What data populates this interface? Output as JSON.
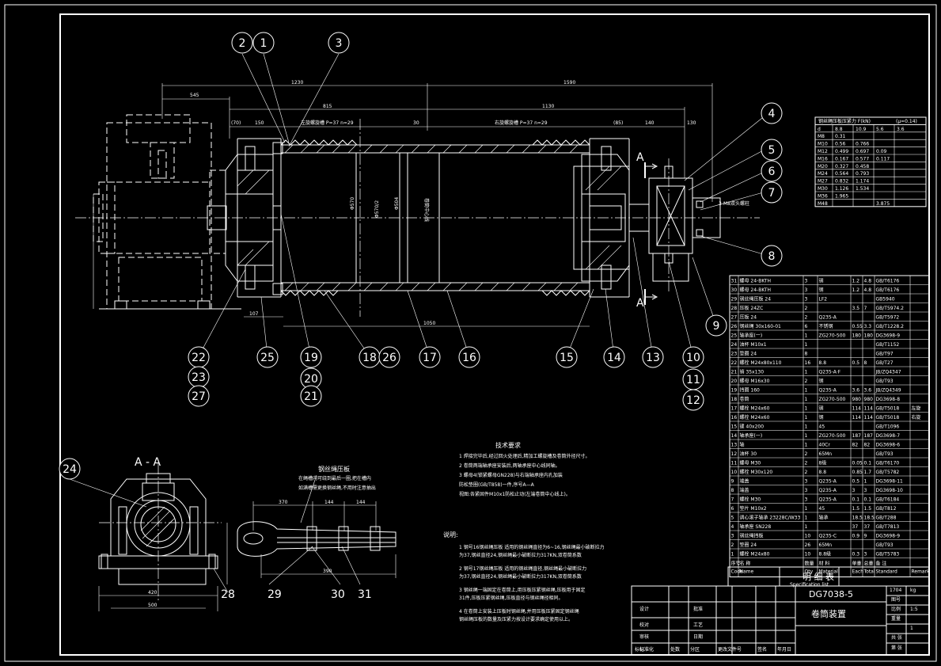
{
  "callouts": [
    "1",
    "2",
    "3",
    "4",
    "5",
    "6",
    "7",
    "8",
    "9",
    "10",
    "11",
    "12",
    "13",
    "14",
    "15",
    "16",
    "17",
    "18",
    "19",
    "20",
    "21",
    "22",
    "23",
    "24",
    "25",
    "26",
    "27",
    "28",
    "29",
    "30",
    "31"
  ],
  "dimensions": {
    "top1": "1230",
    "top2": "1590",
    "d545": "545",
    "d815": "815",
    "d1130": "1130",
    "d70": "(70)",
    "d150": "150",
    "d30": "30",
    "d85": "(85)",
    "d140": "140",
    "d130": "130",
    "d107": "107",
    "d1050": "1050",
    "d500": "500",
    "d420": "420",
    "d370": "370",
    "d144a": "144",
    "d144b": "144",
    "d390": "390",
    "spiral_left": "左旋螺旋槽 P=37 n=29",
    "spiral_right": "右旋螺旋槽 P=37 n=29",
    "d_a": "Φ570",
    "d_b": "Φ570/2",
    "d_c": "Φ504",
    "center_note": "卷筒中心线",
    "key": "3-M8双头螺柱"
  },
  "section_label": "A - A",
  "section_arrow": "A",
  "rope_title": "钢丝绳压板",
  "rope_notes": [
    "在绳槽内可绕到最后一圈,把在槽内",
    "如满槽需更换钢丝绳,不用时注意抽出"
  ],
  "tech_title": "技术要求",
  "tech_items": [
    "1  焊接完毕后,经过回火处理后,精加工螺旋槽及卷筒外径尺寸。",
    "2  卷筒两端轴承座安装后,两轴承座中心线同轴。",
    "3  螺母4(锁紧螺母GN228)与右端轴承座内孔加装",
    "   防松垫圈(GB/T858)一件,序号A—A",
    "   视图:各紧固件M10x1防松止动(左端卷筒中心线上)。"
  ],
  "notes_title": "说明:",
  "notes": [
    "1  钢号16钢丝绳压板  适用的钢丝绳直径为6~16,钢丝绳最小破断拉力",
    "   为37,钢丝直径24,钢丝绳最小破断拉力317KN,双卷筒系数",
    "2  钢号17钢丝绳压板  适用的钢丝绳直径,钢丝绳最小破断拉力",
    "   为37,钢丝直径24,钢丝绳最小破断拉力317KN,双卷筒系数",
    "3  钢丝绳一端固定在卷筒上,用压板压紧钢丝绳,压板用于固定",
    "   31件,压板压紧钢丝绳,压板直径与钢丝绳径相同。",
    "4  在卷筒上安装上压板时钢丝绳,并用压板压紧固定钢丝绳",
    "   钢丝绳压板的数量及压紧力按设计要求确定使用以上。"
  ],
  "load_table": {
    "title": "钢丝绳压板压紧力 F(kN)",
    "unit": "(μ=0.14)",
    "headers": [
      "d",
      "8.8",
      "10.9",
      "5.6",
      "3.6"
    ],
    "rows": [
      [
        "M8",
        "0.31",
        "",
        "",
        ""
      ],
      [
        "M10",
        "0.56",
        "0.766",
        "",
        ""
      ],
      [
        "M12",
        "0.499",
        "0.697",
        "0.09",
        ""
      ],
      [
        "M16",
        "0.167",
        "0.577",
        "0.117",
        ""
      ],
      [
        "M20",
        "0.327",
        "0.458",
        "",
        ""
      ],
      [
        "M24",
        "0.564",
        "0.793",
        "",
        ""
      ],
      [
        "M27",
        "0.832",
        "1.174",
        "",
        ""
      ],
      [
        "M30",
        "1.126",
        "1.534",
        "",
        ""
      ],
      [
        "M36",
        "1.965",
        "",
        "",
        ""
      ],
      [
        "M48",
        "",
        "",
        "3.875",
        ""
      ]
    ]
  },
  "bom": [
    [
      "31",
      "螺母 24-BKTH",
      "3",
      "钢",
      "1.2",
      "4.8",
      "GB/T6176",
      ""
    ],
    [
      "30",
      "螺母 24-BKTH",
      "3",
      "钢",
      "1.2",
      "4.8",
      "GB/T6176",
      ""
    ],
    [
      "29",
      "钢丝绳压板 24",
      "3",
      "LF2",
      "",
      "",
      "GB5940",
      ""
    ],
    [
      "28",
      "压板 24ZC",
      "2",
      "",
      "3.5",
      "7",
      "GB/T5974.2",
      ""
    ],
    [
      "27",
      "压板 24",
      "2",
      "Q235-A",
      "",
      "",
      "GB/T5972",
      ""
    ],
    [
      "26",
      "钢丝绳 30x160-01",
      "6",
      "不锈钢",
      "0.55",
      "3.3",
      "GB/T1228.2",
      ""
    ],
    [
      "25",
      "轴承座(一)",
      "1",
      "ZG270-500",
      "180",
      "180",
      "DG3698-9",
      ""
    ],
    [
      "24",
      "油杯 M10x1",
      "1",
      "",
      "",
      "",
      "GB/T1152",
      ""
    ],
    [
      "23",
      "垫圈 24",
      "8",
      "",
      "",
      "",
      "GB/T97",
      ""
    ],
    [
      "22",
      "螺栓 M24x80x110",
      "16",
      "8.8",
      "0.5",
      "8",
      "GB/T27",
      ""
    ],
    [
      "21",
      "销 35x130",
      "1",
      "Q235-A·F",
      "",
      "",
      "JB/ZQ4347",
      ""
    ],
    [
      "20",
      "螺母 M16x30",
      "2",
      "钢",
      "",
      "",
      "GB/T93",
      ""
    ],
    [
      "19",
      "挡圈 160",
      "1",
      "Q235-A",
      "3.6",
      "3.6",
      "JB/ZQ4349",
      ""
    ],
    [
      "18",
      "卷筒",
      "1",
      "ZG270-500",
      "980",
      "980",
      "DG3698-8",
      ""
    ],
    [
      "17",
      "螺栓 M24x60",
      "1",
      "钢",
      "114",
      "114",
      "GB/T5018",
      "左旋"
    ],
    [
      "16",
      "螺栓 M24x60",
      "1",
      "钢",
      "114",
      "114",
      "GB/T5018",
      "右旋"
    ],
    [
      "15",
      "键 40x200",
      "1",
      "45",
      "",
      "",
      "GB/T1096",
      ""
    ],
    [
      "14",
      "轴承座(一)",
      "1",
      "ZG270-500",
      "187",
      "187",
      "DG3698-7",
      ""
    ],
    [
      "13",
      "轴",
      "1",
      "40Cr",
      "82",
      "82",
      "DG3698-6",
      ""
    ],
    [
      "12",
      "油杯 30",
      "2",
      "65Mn",
      "",
      "",
      "GB/T93",
      ""
    ],
    [
      "11",
      "螺母 M30",
      "2",
      "8级",
      "0.05",
      "0.1",
      "GB/T6170",
      ""
    ],
    [
      "10",
      "螺栓 M30x120",
      "2",
      "8.8",
      "0.85",
      "1.7",
      "GB/T5782",
      ""
    ],
    [
      "9",
      "端盖",
      "3",
      "Q235-A",
      "0.5",
      "1",
      "DG3698-11",
      ""
    ],
    [
      "8",
      "端盖",
      "3",
      "Q235-A",
      "3",
      "3",
      "DG3698-10",
      ""
    ],
    [
      "7",
      "螺栓 M30",
      "3",
      "Q235-A",
      "0.1",
      "0.1",
      "GB/T6184",
      ""
    ],
    [
      "6",
      "垫片 M10x2",
      "1",
      "45",
      "1.5",
      "1.5",
      "GB/T812",
      ""
    ],
    [
      "5",
      "调心滚子轴承 23228C/W33",
      "1",
      "轴承",
      "18.5",
      "18.5",
      "GB/T288",
      ""
    ],
    [
      "4",
      "轴承座 SN228",
      "1",
      "",
      "37",
      "37",
      "GB/T7813",
      ""
    ],
    [
      "3",
      "钢丝绳挡板",
      "10",
      "Q235-C",
      "0.9",
      "9",
      "DG3698-9",
      ""
    ],
    [
      "2",
      "垫圈 24",
      "26",
      "65Mn",
      "",
      "",
      "GB/T93",
      ""
    ],
    [
      "1",
      "螺栓 M24x80",
      "10",
      "8.8级",
      "0.3",
      "3",
      "GB/T5783",
      ""
    ]
  ],
  "bom_header": [
    "序号",
    "名    称",
    "数量",
    "材  料",
    "单重",
    "总重",
    "备  注",
    ""
  ],
  "bom_header_en": [
    "Code",
    "Name",
    "Qty",
    "Material",
    "Each",
    "Total",
    "Standard",
    "Remark"
  ],
  "spec": {
    "cn": "明  细  表",
    "en": "Specification list",
    "drawing_no": "DG7038-5",
    "title": "卷筒装置",
    "weight": "1704",
    "unit": "kg",
    "scale": "1:5",
    "sheet": "1"
  },
  "title_block_labels": [
    "设计",
    "校对",
    "审核",
    "标准化",
    "批准",
    "图号",
    "比例",
    "重量",
    "工艺",
    "日期",
    "共 张",
    "第 张"
  ],
  "strip_labels": [
    "标记",
    "处数",
    "分区",
    "更改文件号",
    "签名",
    "年月日"
  ]
}
